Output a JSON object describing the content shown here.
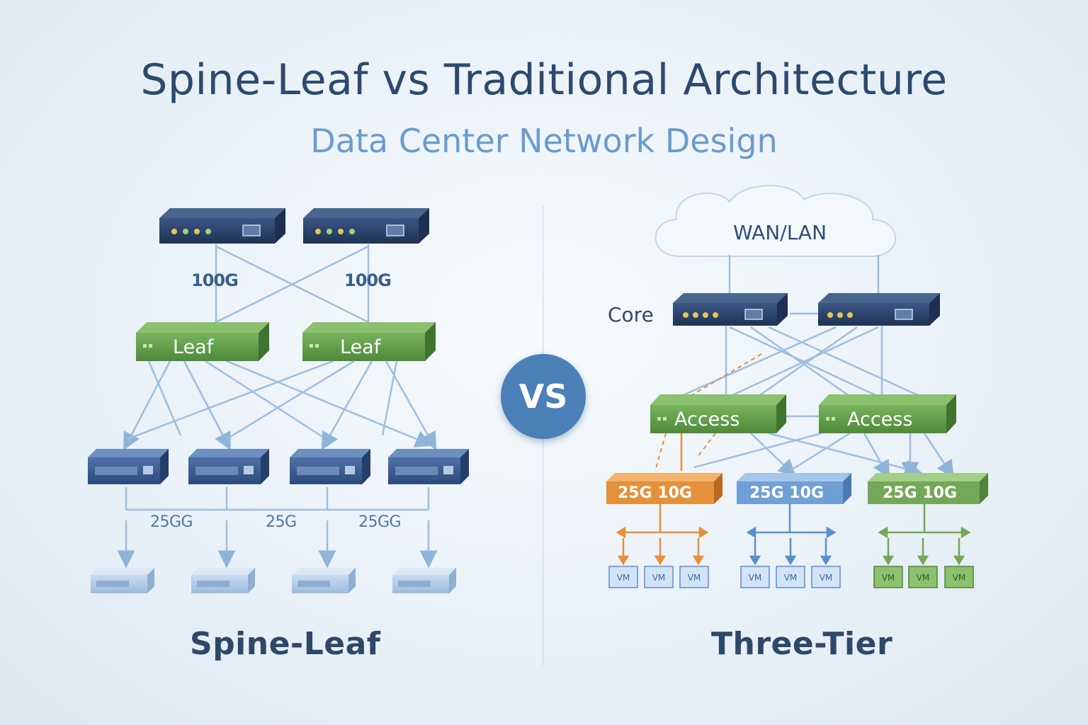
{
  "title": "Spine-Leaf vs Traditional Architecture",
  "subtitle": "Data Center Network Design",
  "vs_label": "VS",
  "spine_leaf": {
    "panel_label": "Spine-Leaf",
    "spine_link_labels": [
      "100G",
      "100G"
    ],
    "leaf_labels": [
      "Leaf",
      "Leaf"
    ],
    "access_link_labels": [
      "25GG",
      "25G",
      "25GG"
    ]
  },
  "three_tier": {
    "panel_label": "Three-Tier",
    "cloud_label": "WAN/LAN",
    "core_label": "Core",
    "access_labels": [
      "Access",
      "Access"
    ],
    "aggregation_switches": [
      {
        "label": "25G  10G",
        "color": "#e5903a"
      },
      {
        "label": "25G  10G",
        "color": "#6f9fd4"
      },
      {
        "label": "25G  10G",
        "color": "#72a857"
      }
    ],
    "vm_groups": [
      {
        "vms": [
          "VM",
          "VM",
          "VM"
        ],
        "color": "#e5903a"
      },
      {
        "vms": [
          "VM",
          "VM",
          "VM"
        ],
        "color": "#5b8fcc"
      },
      {
        "vms": [
          "VM",
          "VM",
          "VM"
        ],
        "color": "#72a857"
      }
    ]
  },
  "colors": {
    "title": "#2c4a6e",
    "subtitle": "#6a9ccc",
    "spine_switch": "#2a3f66",
    "leaf_switch": "#5e9a48",
    "link": "#9cbfe0",
    "vs_badge": "#4a7fb8"
  }
}
